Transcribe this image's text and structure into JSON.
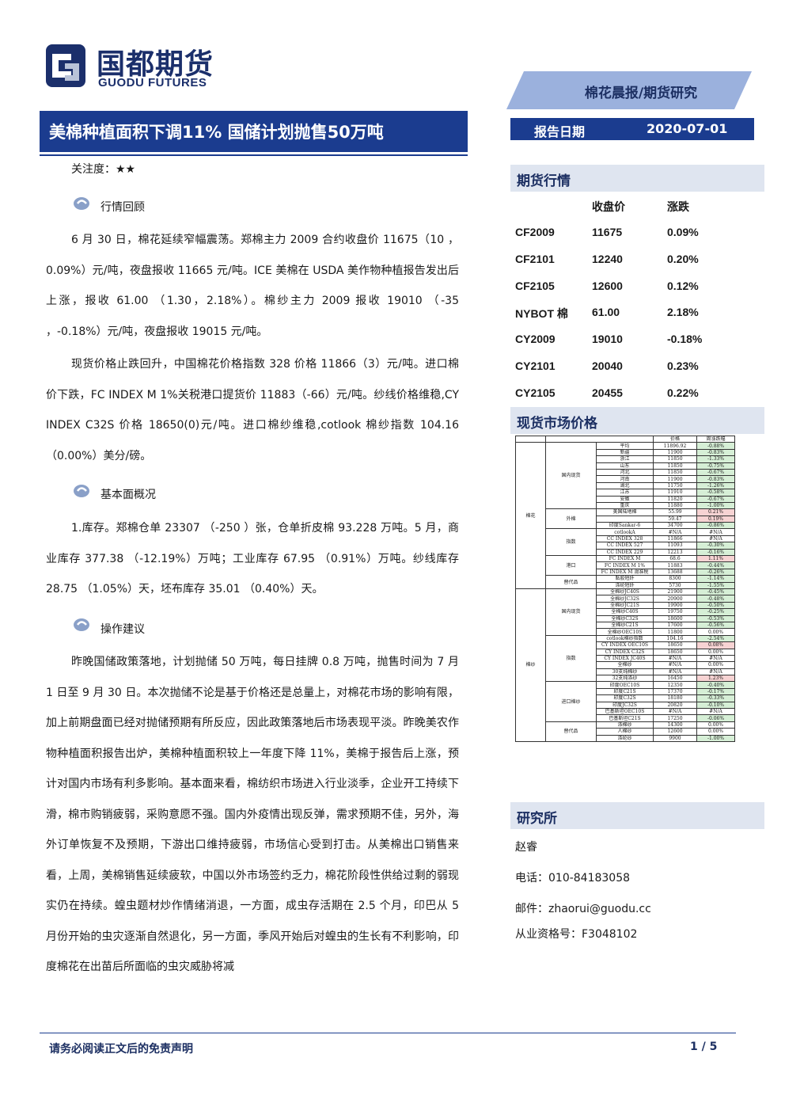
{
  "logo": {
    "cn": "国都期货",
    "en": "GUODU FUTURES"
  },
  "header": {
    "banner": "棉花晨报/期货研究",
    "date_label": "报告日期",
    "date_value": "2020-07-01"
  },
  "title": "美棉种植面积下调11% 国储计划抛售50万吨",
  "attention": "关注度：★★",
  "sections": {
    "review": {
      "heading": "行情回顾",
      "p1": "6 月 30 日，棉花延续窄幅震荡。郑棉主力 2009 合约收盘价 11675（10 ，0.09%）元/吨，夜盘报收 11665 元/吨。ICE 美棉在 USDA 美作物种植报告发出后上涨，报收 61.00 （1.30，2.18%）。棉纱主力 2009 报收 19010 （-35 ，-0.18%）元/吨，夜盘报收 19015 元/吨。",
      "p2": "现货价格止跌回升，中国棉花价格指数 328 价格 11866（3）元/吨。进口棉价下跌，FC INDEX M 1%关税港口提货价 11883（-66）元/吨。纱线价格维稳,CY INDEX C32S 价格 18650(0)元/吨。进口棉纱维稳,cotlook 棉纱指数 104.16（0.00%）美分/磅。"
    },
    "fundamentals": {
      "heading": "基本面概况",
      "p1": "1.库存。郑棉仓单 23307 （-250 ）张，仓单折皮棉 93.228 万吨。5 月，商业库存 377.38 （-12.19%）万吨；工业库存 67.95 （0.91%）万吨。纱线库存 28.75 （1.05%）天，坯布库存 35.01 （0.40%）天。"
    },
    "advice": {
      "heading": "操作建议",
      "p1": "昨晚国储政策落地，计划抛储 50 万吨，每日挂牌 0.8 万吨，抛售时间为 7 月 1 日至 9 月 30 日。本次抛储不论是基于价格还是总量上，对棉花市场的影响有限，加上前期盘面已经对抛储预期有所反应，因此政策落地后市场表现平淡。昨晚美农作物种植面积报告出炉，美棉种植面积较上一年度下降 11%，美棉于报告后上涨，预计对国内市场有利多影响。基本面来看，棉纺织市场进入行业淡季，企业开工持续下滑，棉市购销疲弱，采购意愿不强。国内外疫情出现反弹，需求预期不佳，另外，海外订单恢复不及预期，下游出口维持疲弱，市场信心受到打击。从美棉出口销售来看，上周，美棉销售延续疲软，中国以外市场签约乏力，棉花阶段性供给过剩的弱现实仍在持续。蝗虫题材炒作情绪消退，一方面，成虫存活期在 2.5 个月，印巴从 5 月份开始的虫灾逐渐自然退化，另一方面，季风开始后对蝗虫的生长有不利影响，印度棉花在出苗后所面临的虫灾威胁将减"
    }
  },
  "futures": {
    "heading": "期货行情",
    "col_price": "收盘价",
    "col_change": "涨跌",
    "rows": [
      {
        "code": "CF2009",
        "price": "11675",
        "change": "0.09%"
      },
      {
        "code": "CF2101",
        "price": "12240",
        "change": "0.20%"
      },
      {
        "code": "CF2105",
        "price": "12600",
        "change": "0.12%"
      },
      {
        "code": "NYBOT 棉",
        "price": "61.00",
        "change": "2.18%"
      },
      {
        "code": "CY2009",
        "price": "19010",
        "change": "-0.18%"
      },
      {
        "code": "CY2101",
        "price": "20040",
        "change": "0.23%"
      },
      {
        "code": "CY2105",
        "price": "20455",
        "change": "0.22%"
      }
    ]
  },
  "spot": {
    "heading": "现货市场价格",
    "col_price": "价格",
    "col_change": "周涨跌幅",
    "cotton": {
      "label": "棉花",
      "groups": [
        {
          "label": "国内现货",
          "rows": [
            [
              "平均",
              "11896.92",
              "-0.88%"
            ],
            [
              "新疆",
              "11900",
              "-0.83%"
            ],
            [
              "浙江",
              "11850",
              "-1.33%"
            ],
            [
              "山东",
              "11850",
              "-0.75%"
            ],
            [
              "河北",
              "11850",
              "-0.67%"
            ],
            [
              "河南",
              "11900",
              "-0.83%"
            ],
            [
              "湖北",
              "11750",
              "-1.26%"
            ],
            [
              "江苏",
              "11910",
              "-0.58%"
            ],
            [
              "安徽",
              "11820",
              "-0.67%"
            ],
            [
              "重庆",
              "11880",
              "-1.00%"
            ]
          ]
        },
        {
          "label": "外棉",
          "rows": [
            [
              "美国陆地棉",
              "55.99",
              "0.21%"
            ],
            [
              "",
              "59.47",
              "0.19%"
            ],
            [
              "印度Sankar-6",
              "34700",
              "-0.86%"
            ]
          ]
        },
        {
          "label": "指数",
          "rows": [
            [
              "cotlookA",
              "#N/A",
              "#N/A"
            ],
            [
              "CC INDEX 328",
              "11866",
              "#N/A"
            ],
            [
              "CC INDEX 527",
              "11093",
              "-0.30%"
            ],
            [
              "CC INDEX 229",
              "12213",
              "-0.16%"
            ]
          ]
        },
        {
          "label": "港口",
          "rows": [
            [
              "FC INDEX M",
              "68.6",
              "1.11%"
            ],
            [
              "FC INDEX M 1%",
              "11883",
              "-0.44%"
            ],
            [
              "FC INDEX M 滑准税",
              "13688",
              "-0.26%"
            ]
          ]
        },
        {
          "label": "替代品",
          "rows": [
            [
              "黏胶短纤",
              "8300",
              "-1.14%"
            ],
            [
              "涤纶短纤",
              "5730",
              "-1.55%"
            ]
          ]
        }
      ]
    },
    "yarn": {
      "label": "棉纱",
      "groups": [
        {
          "label": "国内现货",
          "rows": [
            [
              "全棉纱JC40S",
              "21900",
              "-0.45%"
            ],
            [
              "全棉纱JC32S",
              "20900",
              "-0.48%"
            ],
            [
              "全棉纱JC21S",
              "19900",
              "-0.50%"
            ],
            [
              "全棉纱C40S",
              "19750",
              "-0.25%"
            ],
            [
              "全棉纱C32S",
              "18600",
              "-0.53%"
            ],
            [
              "全棉纱C21S",
              "17600",
              "-0.56%"
            ],
            [
              "全棉纱OEC10S",
              "11800",
              "0.00%"
            ]
          ]
        },
        {
          "label": "指数",
          "rows": [
            [
              "cotlook棉纱指数",
              "104.16",
              "-2.54%"
            ],
            [
              "CY INDEX OEC10S",
              "18650",
              "0.08%"
            ],
            [
              "CY INDEX C32S",
              "18650",
              "0.00%"
            ],
            [
              "CY INDEX JC40S",
              "#N/A",
              "#N/A"
            ],
            [
              "全棉纱",
              "#N/A",
              "0.00%"
            ],
            [
              "30支纯棉纱",
              "#N/A",
              "#N/A"
            ],
            [
              "32支纯涤纱",
              "16450",
              "1.23%"
            ]
          ]
        },
        {
          "label": "进口棉纱",
          "rows": [
            [
              "印度OEC10S",
              "12350",
              "-0.40%"
            ],
            [
              "印度C21S",
              "17370",
              "-0.17%"
            ],
            [
              "印度C32S",
              "18180",
              "-0.33%"
            ],
            [
              "印度JC32S",
              "20820",
              "-0.10%"
            ],
            [
              "巴基斯坦OEC10S",
              "#N/A",
              "#N/A"
            ],
            [
              "巴基斯坦C21S",
              "17250",
              "-0.06%"
            ]
          ]
        },
        {
          "label": "替代品",
          "rows": [
            [
              "涤棉纱",
              "14300",
              "0.00%"
            ],
            [
              "人棉纱",
              "12600",
              "0.00%"
            ],
            [
              "涤纶纱",
              "9900",
              "-1.00%"
            ]
          ]
        }
      ]
    }
  },
  "research": {
    "heading": "研究所",
    "name": "赵睿",
    "phone": "电话：010-84183058",
    "email": "邮件：zhaorui@guodu.cc",
    "license": "从业资格号：F3048102"
  },
  "footer": {
    "disclaimer": "请务必阅读正文后的免责声明",
    "page": "1 / 5"
  },
  "colors": {
    "navy": "#1b3c8f",
    "banner": "#9bb1dd",
    "side_head_bg": "#dfe5f0",
    "neg_bg": "#d6efd6",
    "pos_bg": "#f7d3d3"
  }
}
